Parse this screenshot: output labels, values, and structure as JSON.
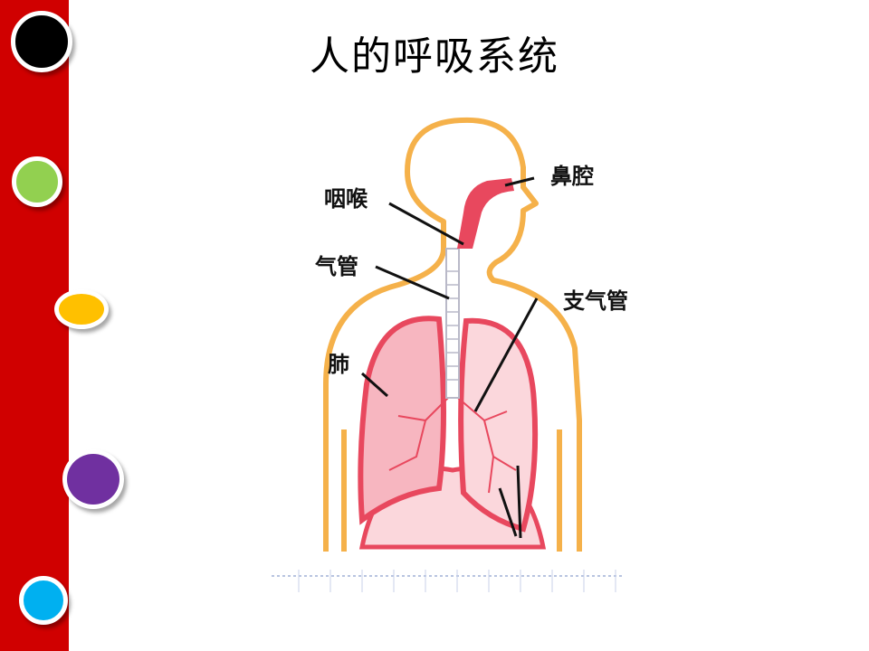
{
  "title": "人的呼吸系统",
  "sidebar": {
    "color": "#d00000",
    "dots": [
      {
        "name": "black-dot",
        "color": "#000000"
      },
      {
        "name": "green-dot",
        "color": "#92d050"
      },
      {
        "name": "yellow-dot",
        "color": "#ffc000"
      },
      {
        "name": "purple-dot",
        "color": "#7030a0"
      },
      {
        "name": "cyan-dot",
        "color": "#00b0f0"
      }
    ]
  },
  "diagram": {
    "labels": {
      "nasal_cavity": "鼻腔",
      "pharynx": "咽喉",
      "trachea": "气管",
      "bronchi": "支气管",
      "lung": "肺"
    },
    "colors": {
      "body_outline": "#f5b14a",
      "organ_red": "#e8485e",
      "organ_pink": "#f7b6c0",
      "organ_light": "#fbd7dc"
    }
  }
}
